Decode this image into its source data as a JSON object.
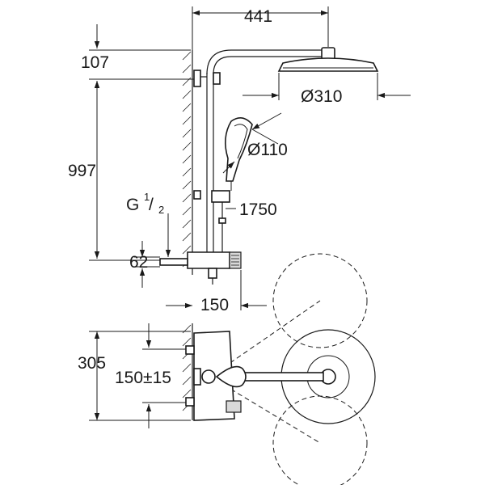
{
  "dimensions": {
    "arm_length": "441",
    "top_offset": "107",
    "head_diameter": "Ø310",
    "hand_shower_diameter": "Ø110",
    "total_height": "997",
    "hose_length": "1750",
    "thread_main": "G",
    "thread_num": "1",
    "thread_slash": "/",
    "thread_den": "2",
    "inlet_height": "62",
    "thermostat_depth": "150",
    "bottom_height": "305",
    "inlet_spacing": "150±15"
  },
  "colors": {
    "line": "#1a1a1a",
    "fill_grey": "#d9d9d9",
    "background": "#ffffff"
  }
}
